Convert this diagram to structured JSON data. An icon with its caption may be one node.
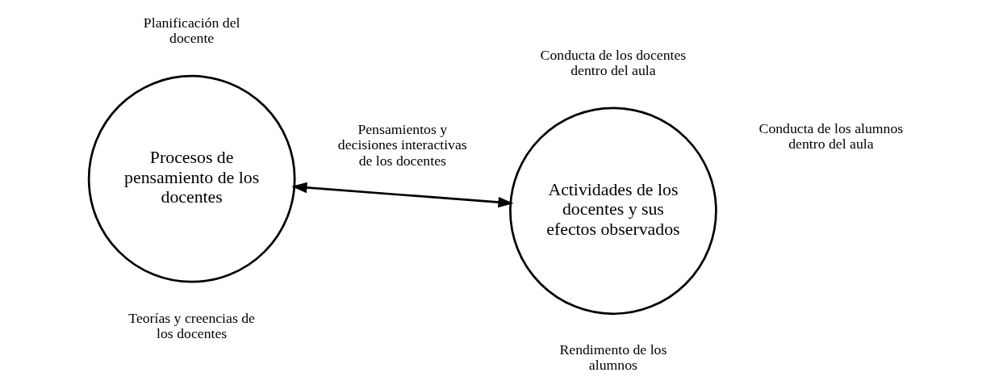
{
  "diagram": {
    "nodes": [
      {
        "text": [
          "Procesos de pensamiento de los docentes"
        ]
      },
      {
        "text": [
          "Actividades de los docentes y sus efectos observados"
        ]
      }
    ],
    "edges": [
      {
        "from": 0,
        "to": 1,
        "arrow": "both"
      }
    ],
    "labels": [
      "Planificación del docente",
      "Pensamientos y decisiones interactivas de los docentes",
      "Conducta de los docentes dentro del aula",
      "Conducta de los alumnos dentro del aula",
      "Teorías y creencias de los docentes",
      "Rendimento de los alumnos"
    ]
  }
}
